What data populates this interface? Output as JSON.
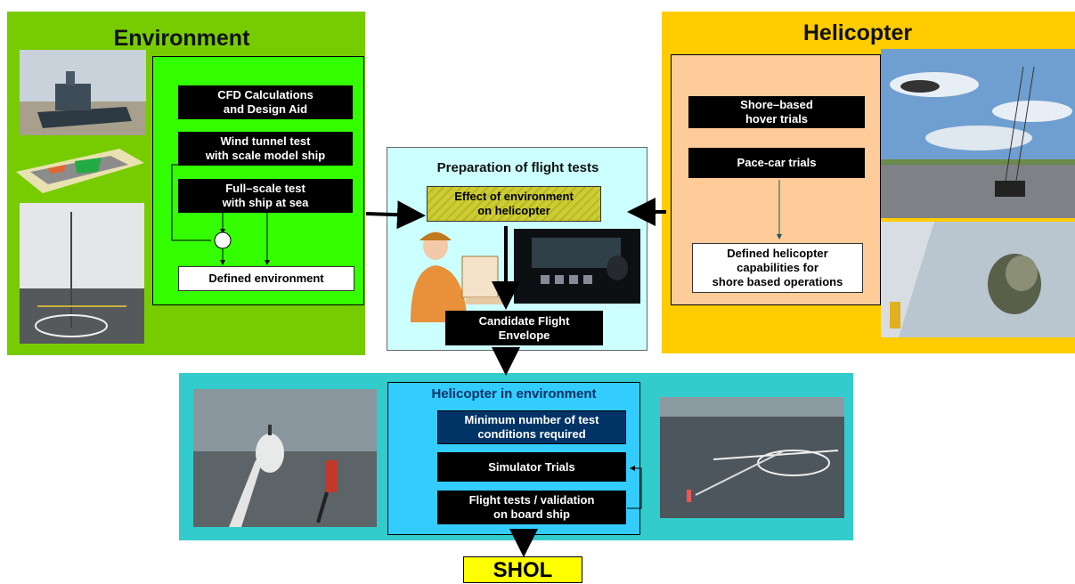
{
  "environment": {
    "title": "Environment",
    "steps": [
      "CFD Calculations\nand Design Aid",
      "Wind tunnel test\nwith scale model ship",
      "Full–scale test\nwith ship at sea"
    ],
    "result": "Defined environment"
  },
  "helicopter": {
    "title": "Helicopter",
    "steps": [
      "Shore–based\nhover trials",
      "Pace-car trials"
    ],
    "result": "Defined helicopter\ncapabilities for\nshore based operations"
  },
  "preparation": {
    "title": "Preparation of flight tests",
    "effect": "Effect of environment\non helicopter",
    "envelope": "Candidate Flight\nEnvelope"
  },
  "helicopter_in_environment": {
    "title": "Helicopter in environment",
    "steps": [
      "Minimum  number of test\nconditions required",
      "Simulator Trials",
      "Flight tests / validation\non board ship"
    ]
  },
  "output": {
    "label": "SHOL"
  },
  "colors": {
    "environment_bg": "#77CC00",
    "environment_inner": "#33FF00",
    "helicopter_bg": "#FFCC00",
    "helicopter_inner": "#FFCC99",
    "preparation_bg": "#CCFFFF",
    "effect_box": "#CCCC33",
    "bottom_bg": "#33CCCC",
    "bottom_inner": "#33CCFF",
    "min_conditions_box": "#003366",
    "shol_bg": "#FFFF00"
  }
}
